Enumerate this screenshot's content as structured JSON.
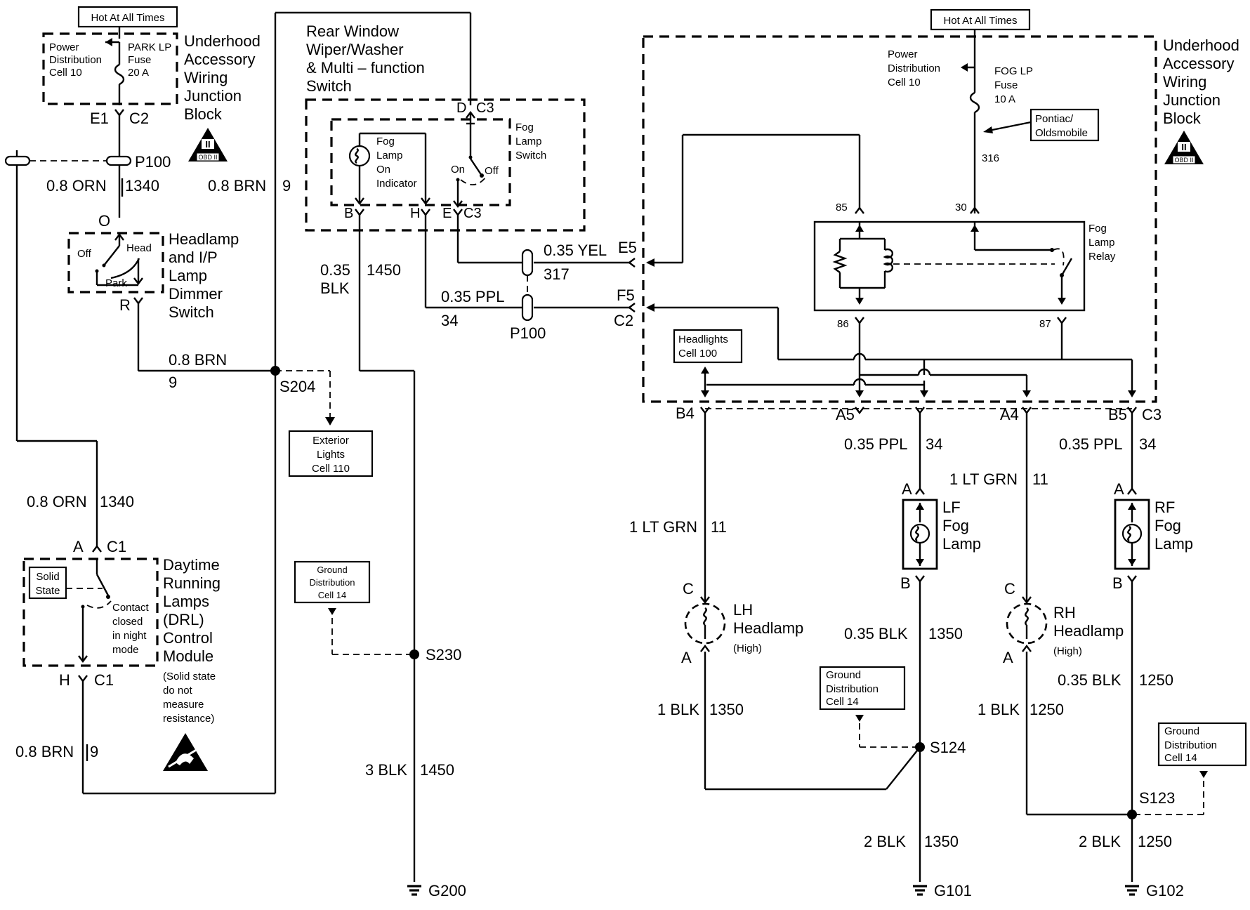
{
  "boxes": {
    "hot_left": "Hot At All Times",
    "hot_right": "Hot At All Times",
    "headlights_ref": [
      "Headlights",
      "Cell 100"
    ],
    "exterior_lights_ref": [
      "Exterior",
      "Lights",
      "Cell 110"
    ],
    "ground_dist_1": [
      "Ground",
      "Distribution",
      "Cell 14"
    ],
    "ground_dist_2": [
      "Ground",
      "Distribution",
      "Cell 14"
    ],
    "ground_dist_3": [
      "Ground",
      "Distribution",
      "Cell 14"
    ],
    "pontiac": [
      "Pontiac/",
      "Oldsmobile"
    ],
    "solid_state": [
      "Solid",
      "State"
    ],
    "obd_left": "OBD II",
    "obd_right": "OBD II"
  },
  "components": {
    "uajb_left": [
      "Underhood",
      "Accessory",
      "Wiring",
      "Junction",
      "Block"
    ],
    "uajb_right": [
      "Underhood",
      "Accessory",
      "Wiring",
      "Junction",
      "Block"
    ],
    "power_dist_left": [
      "Power",
      "Distribution",
      "Cell 10"
    ],
    "power_dist_right": [
      "Power",
      "Distribution",
      "Cell 10"
    ],
    "park_fuse": [
      "PARK LP",
      "Fuse",
      "20 A"
    ],
    "fog_fuse": [
      "FOG LP",
      "Fuse",
      "10 A"
    ],
    "rear_wiper": [
      "Rear Window",
      "Wiper/Washer",
      "& Multi – function",
      "Switch"
    ],
    "fog_indicator": [
      "Fog",
      "Lamp",
      "On",
      "Indicator"
    ],
    "fog_switch": [
      "Fog",
      "Lamp",
      "Switch"
    ],
    "switch_on": "On",
    "switch_off": "Off",
    "headlamp_switch": [
      "Headlamp",
      "and I/P",
      "Lamp",
      "Dimmer",
      "Switch"
    ],
    "hl_off": "Off",
    "hl_head": "Head",
    "hl_park": "Park",
    "drl": [
      "Daytime",
      "Running",
      "Lamps",
      "(DRL)",
      "Control",
      "Module"
    ],
    "drl_note": [
      "(Solid state",
      "do not",
      "measure",
      "resistance)"
    ],
    "contact_note": [
      "Contact",
      "closed",
      "in night",
      "mode"
    ],
    "fog_relay": [
      "Fog",
      "Lamp",
      "Relay"
    ],
    "lf_fog": [
      "LF",
      "Fog",
      "Lamp"
    ],
    "rf_fog": [
      "RF",
      "Fog",
      "Lamp"
    ],
    "lh_headlamp": [
      "LH",
      "Headlamp"
    ],
    "rh_headlamp": [
      "RH",
      "Headlamp"
    ],
    "high": "(High)"
  },
  "connectors": {
    "e1": "E1",
    "c2_left": "C2",
    "p100_left": "P100",
    "o": "O",
    "r": "R",
    "a_c1": "A",
    "c1_a": "C1",
    "h_c1": "H",
    "c1_h": "C1",
    "d": "D",
    "c3_d": "C3",
    "b_sw": "B",
    "h_sw": "H",
    "e_sw": "E",
    "c3_e": "C3",
    "e5": "E5",
    "f5": "F5",
    "c2_right": "C2",
    "p100_mid": "P100",
    "b4": "B4",
    "a5": "A5",
    "a4": "A4",
    "b5": "B5",
    "c3_right": "C3",
    "pin85": "85",
    "pin30": "30",
    "pin86": "86",
    "pin87": "87",
    "lf_a": "A",
    "lf_b": "B",
    "rf_a": "A",
    "rf_b": "B",
    "lh_c": "C",
    "lh_a": "A",
    "rh_c": "C",
    "rh_a": "A"
  },
  "wires": {
    "orn_top": [
      "0.8 ORN",
      "1340"
    ],
    "brn_top": [
      "0.8 BRN",
      "9"
    ],
    "brn_mid": [
      "0.8 BRN",
      "9"
    ],
    "orn_mid": [
      "0.8 ORN",
      "1340"
    ],
    "brn_bot": [
      "0.8 BRN",
      "9"
    ],
    "blk_035": [
      "0.35",
      "1450",
      "BLK"
    ],
    "blk_3": [
      "3 BLK",
      "1450"
    ],
    "yel": [
      "0.35 YEL",
      "317"
    ],
    "ppl_mid": [
      "0.35 PPL",
      "34"
    ],
    "w316": "316",
    "ppl_a5": [
      "0.35 PPL",
      "34"
    ],
    "ppl_b5": [
      "0.35 PPL",
      "34"
    ],
    "grn_lh": [
      "1 LT GRN",
      "11"
    ],
    "grn_rh": [
      "1 LT GRN",
      "11"
    ],
    "blk_lf": [
      "0.35 BLK",
      "1350"
    ],
    "blk_rf": [
      "0.35 BLK",
      "1250"
    ],
    "blk_lh": [
      "1 BLK",
      "1350"
    ],
    "blk_rh": [
      "1 BLK",
      "1250"
    ],
    "blk_g101": [
      "2 BLK",
      "1350"
    ],
    "blk_g102": [
      "2 BLK",
      "1250"
    ]
  },
  "splices": {
    "s204": "S204",
    "s230": "S230",
    "s124": "S124",
    "s123": "S123"
  },
  "grounds": {
    "g200": "G200",
    "g101": "G101",
    "g102": "G102"
  }
}
